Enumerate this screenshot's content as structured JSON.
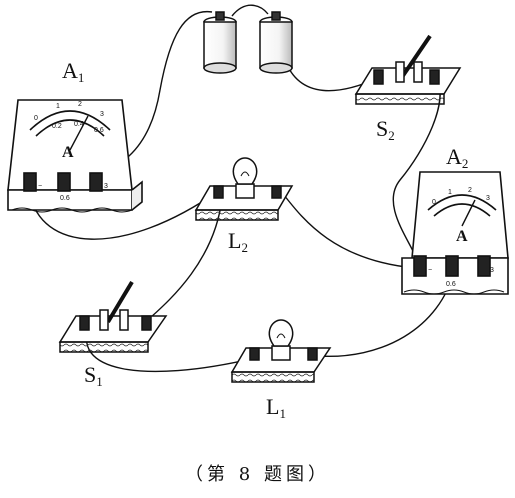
{
  "figure": {
    "caption": "（第 8 题图）"
  },
  "components": {
    "ammeter_1": {
      "letter": "A",
      "sub": "1",
      "face": "A",
      "terminals": [
        "−",
        "0.6",
        "3"
      ],
      "scale": [
        "0",
        "1",
        "2",
        "3",
        "0.2",
        "0.4",
        "0.6"
      ]
    },
    "ammeter_2": {
      "letter": "A",
      "sub": "2",
      "face": "A",
      "terminals": [
        "−",
        "0.6",
        "3"
      ],
      "scale": [
        "0",
        "1",
        "2",
        "3"
      ]
    },
    "lamp_1": {
      "letter": "L",
      "sub": "1"
    },
    "lamp_2": {
      "letter": "L",
      "sub": "2"
    },
    "switch_1": {
      "letter": "S",
      "sub": "1"
    },
    "switch_2": {
      "letter": "S",
      "sub": "2"
    },
    "battery": {
      "cells": 2
    }
  },
  "colors": {
    "ink": "#111111",
    "paper": "#ffffff"
  }
}
